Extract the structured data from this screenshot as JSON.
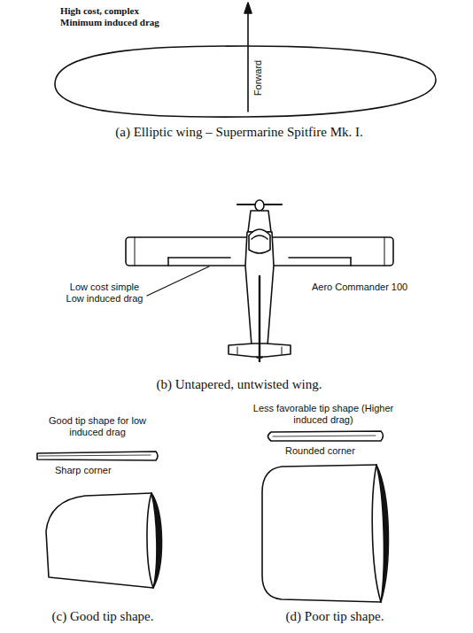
{
  "diagram": {
    "labels": [
      "High cost, complex",
      "Minimum induced drag",
      "Forward",
      "(a) Elliptic wing – Supermarine Spitfire Mk. I.",
      "Low cost simple Low induced drag",
      "Aero Commander 100",
      "(b) Untapered, untwisted wing.",
      "Good tip shape for low induced drag",
      "Sharp corner",
      "(c) Good tip shape.",
      "Less favorable tip shape (Higher induced drag)",
      "Rounded corner",
      "(d) Poor tip shape."
    ]
  }
}
